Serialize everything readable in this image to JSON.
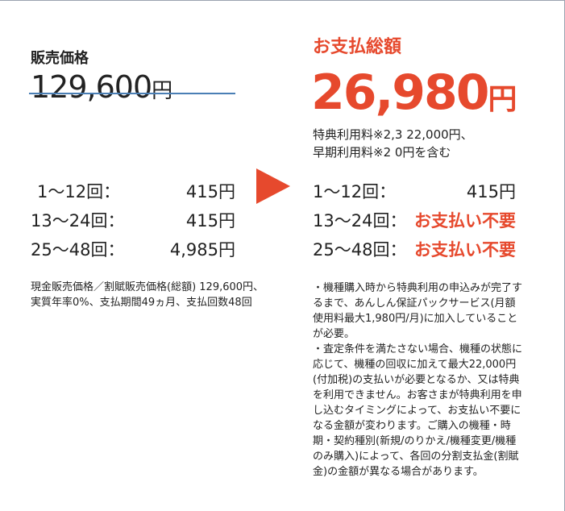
{
  "left": {
    "title": "販売価格",
    "price": "129,600",
    "yen": "円",
    "rows": [
      {
        "label": "1〜12回：",
        "value": "415円"
      },
      {
        "label": "13〜24回：",
        "value": "415円"
      },
      {
        "label": "25〜48回：",
        "value": "4,985円"
      }
    ],
    "note": "現金販売価格／割賦販売価格(総額) 129,600円、実質年率0%、支払期間49ヵ月、支払回数48回"
  },
  "right": {
    "title": "お支払総額",
    "total": "26,980",
    "yen": "円",
    "sub1": "特典利用料※2,3 22,000円、",
    "sub2": "早期利用料※2 0円を含む",
    "rows": [
      {
        "label": "1〜12回：",
        "value": "415円"
      },
      {
        "label": "13〜24回：",
        "value": "お支払い不要"
      },
      {
        "label": "25〜48回：",
        "value": "お支払い不要"
      }
    ],
    "note1": "・機種購入時から特典利用の申込みが完了するまで、あんしん保証パックサービス(月額使用料最大1,980円/月)に加入していることが必要。",
    "note2": "・査定条件を満たさない場合、機種の状態に応じて、機種の回収に加えて最大22,000円(付加税)の支払いが必要となるか、又は特典を利用できません。お客さまが特典利用を申し込むタイミングによって、お支払い不要になる金額が変わります。ご購入の機種・時期・契約種別(新規/のりかえ/機種変更/機種のみ購入)によって、各回の分割支払金(割賦金)の金額が異なる場合があります。"
  },
  "colors": {
    "accent": "#e6492d",
    "strike": "#4a7fb5"
  }
}
